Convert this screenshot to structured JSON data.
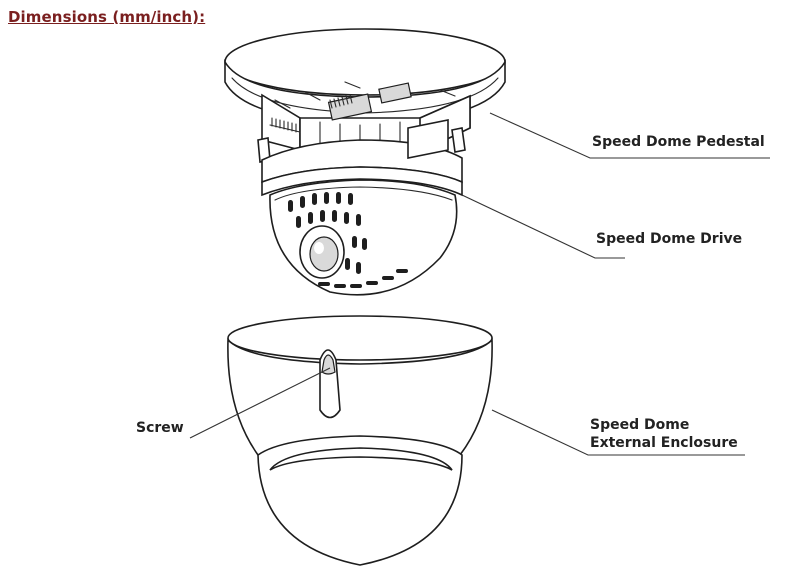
{
  "heading": "Dimensions (mm/inch):",
  "colors": {
    "heading": "#7a1f1f",
    "ink": "#1e1e1e"
  },
  "callouts": {
    "pedestal": "Speed Dome Pedestal",
    "drive": "Speed Dome Drive",
    "screw": "Screw",
    "enclosure_line1": "Speed Dome",
    "enclosure_line2": "External Enclosure"
  }
}
